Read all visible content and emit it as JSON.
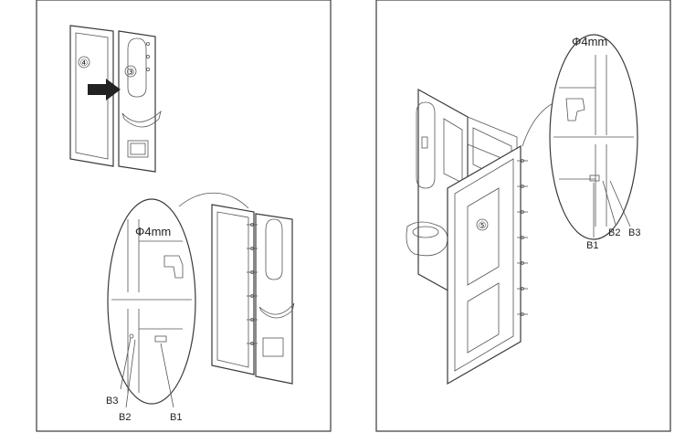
{
  "left_panel": {
    "panel_numbers": [
      "④",
      "③"
    ],
    "detail": {
      "diameter_label": "Φ4mm",
      "bolt_labels": [
        "B3",
        "B2",
        "B1"
      ]
    }
  },
  "right_panel": {
    "panel_number": "⑤",
    "detail": {
      "diameter_label": "Φ4mm",
      "bolt_labels": [
        "B1",
        "B2",
        "B3"
      ]
    }
  },
  "colors": {
    "line": "#3a3a3a",
    "arrow": "#222222",
    "background": "#ffffff"
  }
}
